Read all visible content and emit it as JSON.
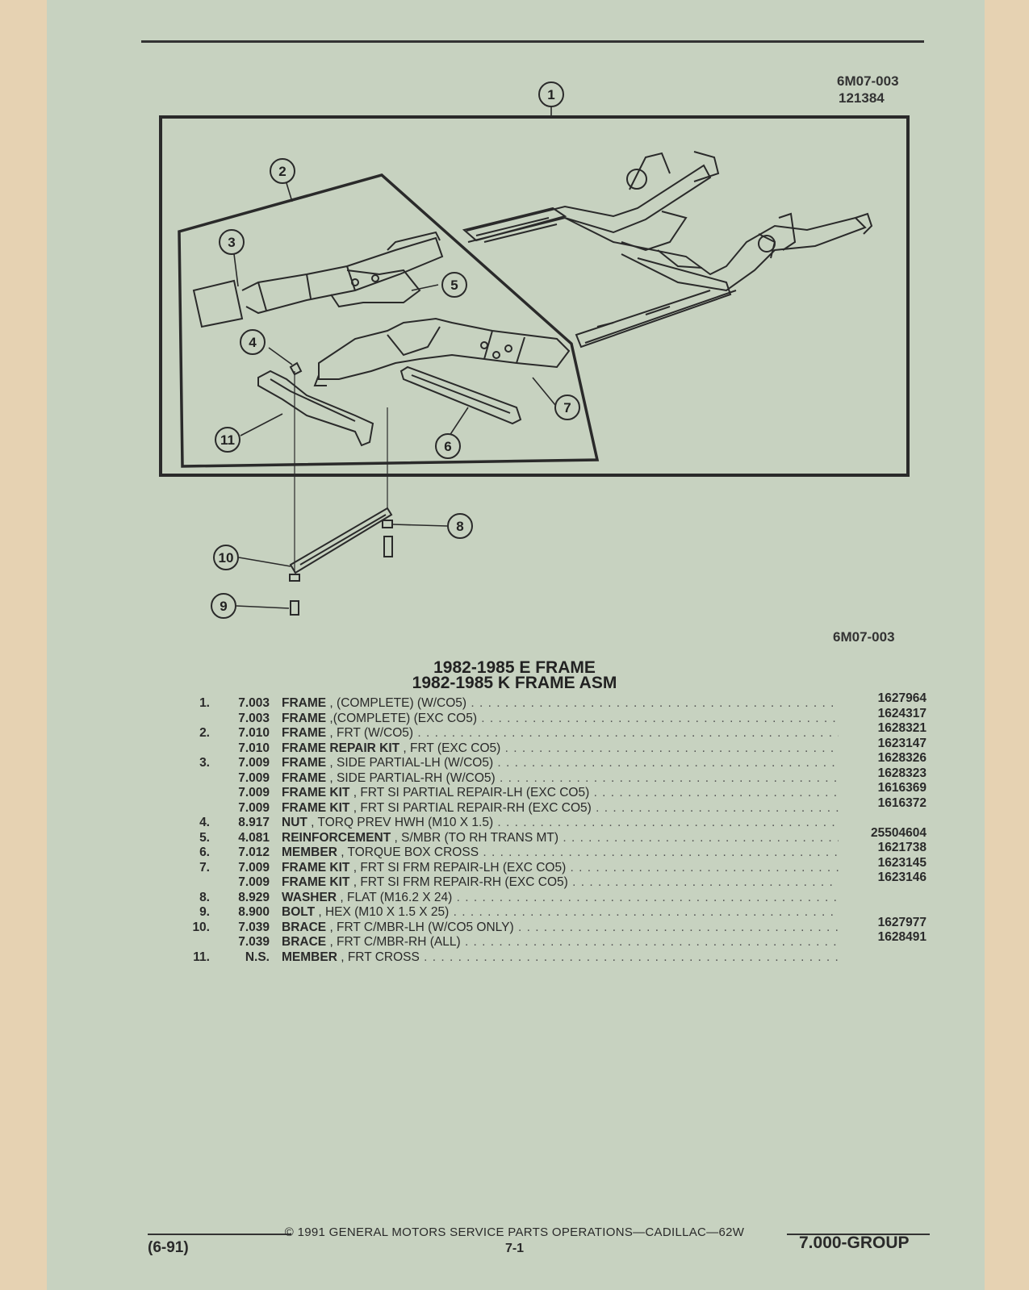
{
  "header": {
    "illustration_code": "6M07-003",
    "date_code": "121384"
  },
  "figure": {
    "code": "6M07-003",
    "callouts": [
      "1",
      "2",
      "3",
      "4",
      "5",
      "6",
      "7",
      "8",
      "9",
      "10",
      "11"
    ]
  },
  "caption": {
    "line1": "1982-1985 E FRAME",
    "line2": "1982-1985 K FRAME ASM"
  },
  "parts": [
    {
      "index": "1.",
      "group": "7.003",
      "name": "FRAME",
      "detail": ", (COMPLETE) (W/CO5)",
      "part_number": "1627964"
    },
    {
      "index": "",
      "group": "7.003",
      "name": "FRAME",
      "detail": ",(COMPLETE) (EXC CO5)",
      "part_number": "1624317"
    },
    {
      "index": "2.",
      "group": "7.010",
      "name": "FRAME",
      "detail": ", FRT (W/CO5)",
      "part_number": "1628321"
    },
    {
      "index": "",
      "group": "7.010",
      "name": "FRAME REPAIR KIT",
      "detail": ", FRT (EXC CO5)",
      "part_number": "1623147"
    },
    {
      "index": "3.",
      "group": "7.009",
      "name": "FRAME",
      "detail": ", SIDE PARTIAL-LH (W/CO5)",
      "part_number": "1628326"
    },
    {
      "index": "",
      "group": "7.009",
      "name": "FRAME",
      "detail": ", SIDE PARTIAL-RH (W/CO5)",
      "part_number": "1628323"
    },
    {
      "index": "",
      "group": "7.009",
      "name": "FRAME KIT",
      "detail": ", FRT SI PARTIAL REPAIR-LH (EXC CO5)",
      "part_number": "1616369"
    },
    {
      "index": "",
      "group": "7.009",
      "name": "FRAME KIT",
      "detail": ", FRT SI PARTIAL REPAIR-RH (EXC CO5)",
      "part_number": "1616372"
    },
    {
      "index": "4.",
      "group": "8.917",
      "name": "NUT",
      "detail": ", TORQ PREV HWH (M10 X 1.5)",
      "part_number": ""
    },
    {
      "index": "5.",
      "group": "4.081",
      "name": "REINFORCEMENT",
      "detail": ", S/MBR (TO RH TRANS MT)",
      "part_number": "25504604"
    },
    {
      "index": "6.",
      "group": "7.012",
      "name": "MEMBER",
      "detail": ", TORQUE BOX CROSS",
      "part_number": "1621738"
    },
    {
      "index": "7.",
      "group": "7.009",
      "name": "FRAME KIT",
      "detail": ", FRT SI FRM REPAIR-LH (EXC CO5)",
      "part_number": "1623145"
    },
    {
      "index": "",
      "group": "7.009",
      "name": "FRAME KIT",
      "detail": ", FRT SI FRM REPAIR-RH (EXC CO5)",
      "part_number": "1623146"
    },
    {
      "index": "8.",
      "group": "8.929",
      "name": "WASHER",
      "detail": ", FLAT (M16.2 X 24)",
      "part_number": ""
    },
    {
      "index": "9.",
      "group": "8.900",
      "name": "BOLT",
      "detail": ", HEX (M10 X 1.5 X 25)",
      "part_number": ""
    },
    {
      "index": "10.",
      "group": "7.039",
      "name": "BRACE",
      "detail": ", FRT C/MBR-LH (W/CO5 ONLY)",
      "part_number": "1627977"
    },
    {
      "index": "",
      "group": "7.039",
      "name": "BRACE",
      "detail": ", FRT C/MBR-RH (ALL)",
      "part_number": "1628491"
    },
    {
      "index": "11.",
      "group": "N.S.",
      "name": "MEMBER",
      "detail": ", FRT CROSS",
      "part_number": ""
    }
  ],
  "footer": {
    "copyright": "©  1991  GENERAL MOTORS SERVICE PARTS OPERATIONS—CADILLAC—62W",
    "revision": "(6-91)",
    "page": "7-1",
    "group": "7.000-GROUP"
  }
}
